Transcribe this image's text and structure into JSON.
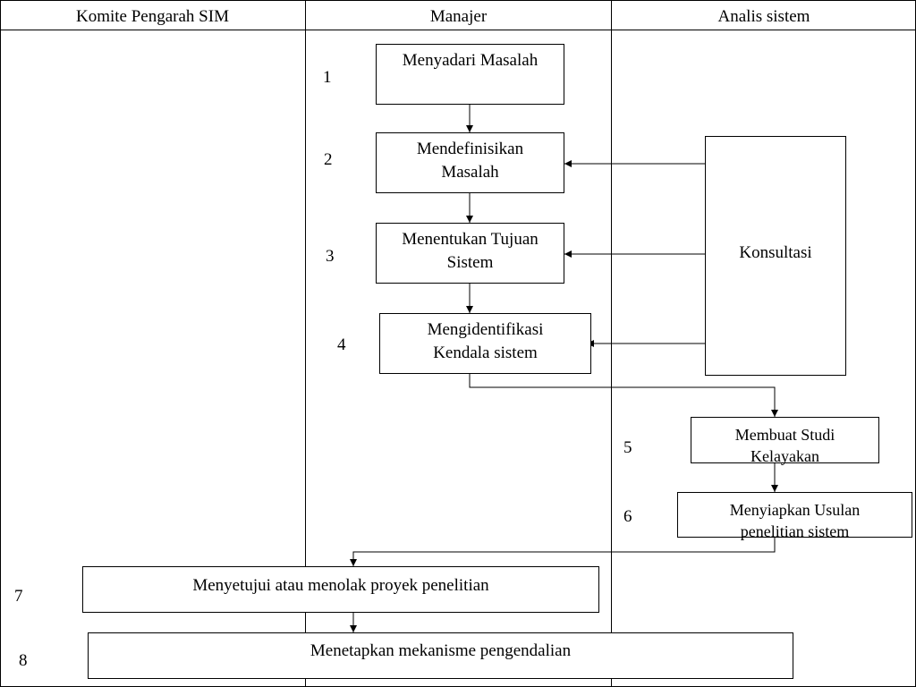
{
  "lanes": {
    "komite": "Komite Pengarah SIM",
    "manajer": "Manajer",
    "analis": "Analis sistem"
  },
  "steps": {
    "s1": {
      "number": "1",
      "label": "Menyadari Masalah"
    },
    "s2": {
      "number": "2",
      "label_line1": "Mendefinisikan",
      "label_line2": "Masalah"
    },
    "s3": {
      "number": "3",
      "label_line1": "Menentukan Tujuan",
      "label_line2": "Sistem"
    },
    "s4": {
      "number": "4",
      "label_line1": "Mengidentifikasi",
      "label_line2": "Kendala sistem"
    },
    "s5": {
      "number": "5",
      "label_line1": "Membuat Studi",
      "label_line2": "Kelayakan"
    },
    "s6": {
      "number": "6",
      "label_line1": "Menyiapkan Usulan",
      "label_line2": "penelitian sistem"
    },
    "s7": {
      "number": "7",
      "label": "Menyetujui atau menolak proyek penelitian"
    },
    "s8": {
      "number": "8",
      "label": "Menetapkan mekanisme pengendalian"
    }
  },
  "konsultasi": "Konsultasi"
}
